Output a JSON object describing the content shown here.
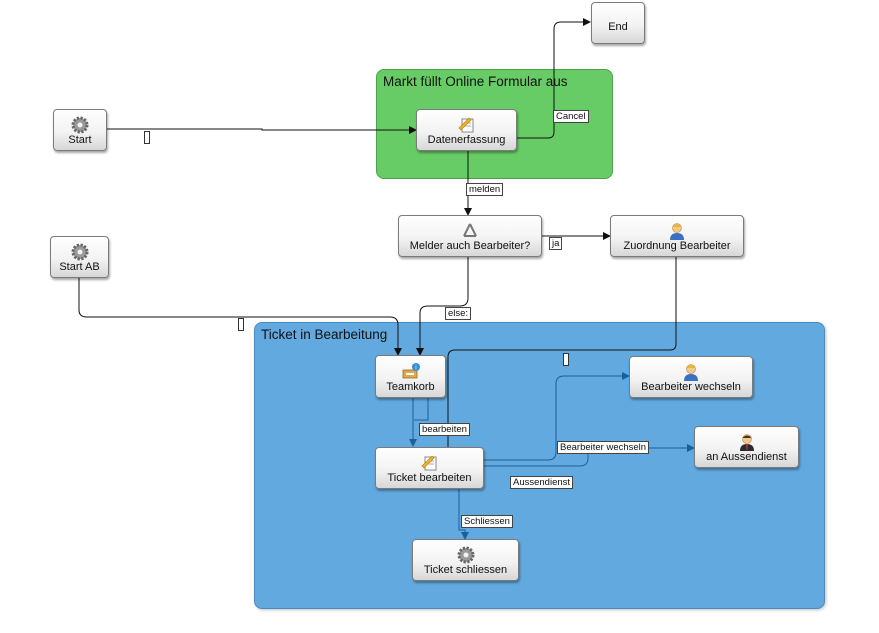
{
  "lanes": {
    "markt": "Markt füllt Online Formular aus",
    "ticket": "Ticket in Bearbeitung"
  },
  "nodes": {
    "end": "End",
    "start": "Start",
    "datenerfassung": "Datenerfassung",
    "melder": "Melder auch Bearbeiter?",
    "zuordnung": "Zuordnung Bearbeiter",
    "start_ab": "Start AB",
    "teamkorb": "Teamkorb",
    "bearbeiter_wechseln": "Bearbeiter wechseln",
    "ticket_bearbeiten": "Ticket bearbeiten",
    "aussendienst": "an Aussendienst",
    "ticket_schliessen": "Ticket schliessen"
  },
  "edge_labels": {
    "cancel": "Cancel",
    "melden": "melden",
    "ja": "ja",
    "else": "else:",
    "bearbeiten": "bearbeiten",
    "bearbeiter_wechseln": "Bearbeiter wechseln",
    "aussendienst": "Aussendienst",
    "schliessen": "Schliessen"
  },
  "icons": {
    "start": "gear-icon",
    "datenerfassung": "form-edit-icon",
    "melder": "decision-icon",
    "zuordnung": "user-icon",
    "start_ab": "gear-icon",
    "teamkorb": "inbox-icon",
    "bearbeiter_wechseln": "user-icon",
    "ticket_bearbeiten": "form-edit-icon",
    "aussendienst": "user-suit-icon",
    "ticket_schliessen": "gear-icon"
  },
  "colors": {
    "lane_green": "#67cc65",
    "lane_blue": "#62a9e0",
    "edge_black": "#111111",
    "edge_blue": "#1d5f9c"
  }
}
